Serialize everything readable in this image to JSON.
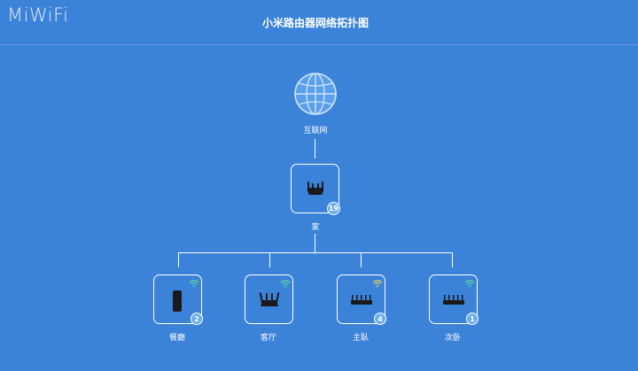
{
  "header": {
    "logo": "MiWiFi",
    "title": "小米路由器网络拓扑图"
  },
  "internet": {
    "label": "互联网"
  },
  "main_router": {
    "label": "家",
    "device_count": "19",
    "icon": "router-icon"
  },
  "nodes": [
    {
      "label": "餐廳",
      "device_count": "2",
      "icon": "tower-router-icon"
    },
    {
      "label": "客厅",
      "device_count": "",
      "icon": "router-icon"
    },
    {
      "label": "主臥",
      "device_count": "4",
      "icon": "flat-router-icon"
    },
    {
      "label": "次卧",
      "device_count": "1",
      "icon": "flat-router-icon"
    }
  ],
  "colors": {
    "background": "#3b83d9",
    "badge": "#6aaef0",
    "line": "#ffffff"
  }
}
